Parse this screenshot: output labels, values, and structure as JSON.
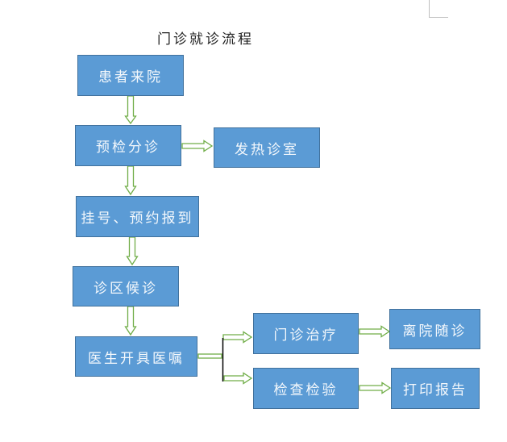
{
  "title": "门诊就诊流程",
  "colors": {
    "box_fill": "#5b9bd5",
    "box_border": "#41719c",
    "arrow_stroke": "#70ad47",
    "text": "#ffffff"
  },
  "nodes": {
    "arrival": "患者来院",
    "triage": "预检分诊",
    "fever_clinic": "发热诊室",
    "registration": "挂号、预约报到",
    "waiting": "诊区候诊",
    "doctor_orders": "医生开具医嘱",
    "outpatient_treatment": "门诊治疗",
    "examination": "检查检验",
    "discharge_followup": "离院随诊",
    "print_report": "打印报告"
  },
  "edges": [
    {
      "from": "arrival",
      "to": "triage"
    },
    {
      "from": "triage",
      "to": "fever_clinic"
    },
    {
      "from": "triage",
      "to": "registration"
    },
    {
      "from": "registration",
      "to": "waiting"
    },
    {
      "from": "waiting",
      "to": "doctor_orders"
    },
    {
      "from": "doctor_orders",
      "to": "outpatient_treatment"
    },
    {
      "from": "doctor_orders",
      "to": "examination"
    },
    {
      "from": "outpatient_treatment",
      "to": "discharge_followup"
    },
    {
      "from": "examination",
      "to": "print_report"
    }
  ]
}
